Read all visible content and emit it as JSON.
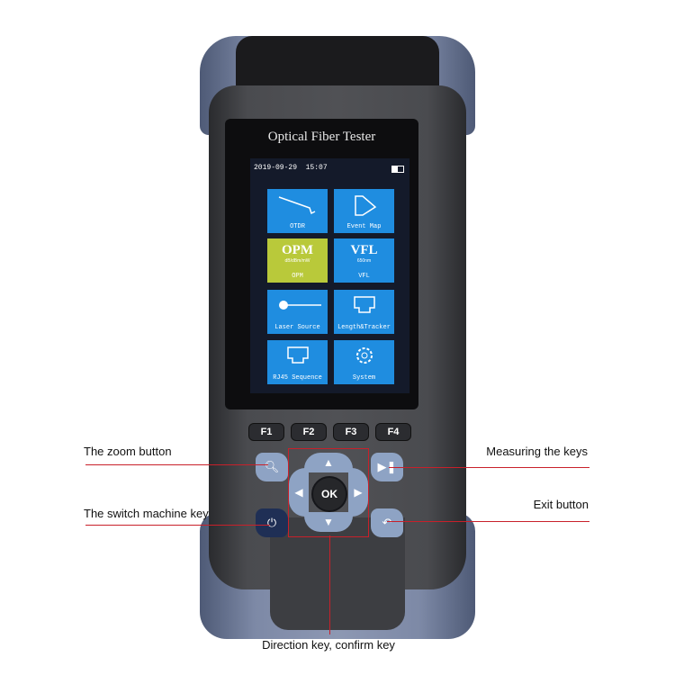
{
  "device": {
    "title": "Optical Fiber Tester"
  },
  "screen": {
    "date": "2019-09-29",
    "time": "15:07",
    "tiles": [
      {
        "label": "OTDR",
        "icon": "otdr-trace-icon"
      },
      {
        "label": "Event Map",
        "icon": "event-map-icon"
      },
      {
        "label": "OPM",
        "big": "OPM",
        "sub": "dB/dBm/mW",
        "active": true
      },
      {
        "label": "VFL",
        "big": "VFL",
        "sub": "650nm"
      },
      {
        "label": "Laser Source",
        "icon": "laser-icon"
      },
      {
        "label": "Length&Tracker",
        "icon": "rj45-port-icon"
      },
      {
        "label": "RJ45 Sequence",
        "icon": "rj45-port-icon"
      },
      {
        "label": "System",
        "icon": "gear-icon"
      }
    ]
  },
  "keys": {
    "f": [
      "F1",
      "F2",
      "F3",
      "F4"
    ],
    "ok": "OK"
  },
  "callouts": {
    "zoom": "The zoom button",
    "power": "The switch machine key",
    "measure": "Measuring the keys",
    "exit": "Exit button",
    "direction": "Direction key, confirm key"
  },
  "colors": {
    "tile": "#1f8de0",
    "tile_active": "#b9c93a",
    "callout": "#c8202a",
    "keys": "#8ea3c4"
  }
}
